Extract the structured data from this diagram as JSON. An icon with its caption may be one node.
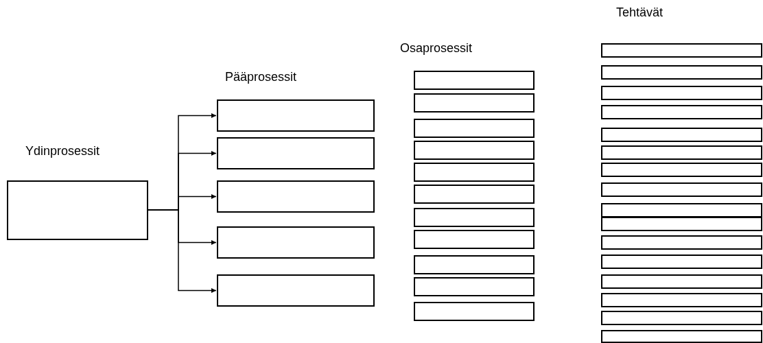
{
  "diagram": {
    "nodes": [
      {
        "text": [],
        "shape": "box"
      },
      {
        "text": [],
        "shape": "box"
      },
      {
        "text": [],
        "shape": "box"
      },
      {
        "text": [],
        "shape": "box"
      },
      {
        "text": [],
        "shape": "box"
      },
      {
        "text": [],
        "shape": "box"
      },
      {
        "text": [],
        "shape": "box"
      },
      {
        "text": [],
        "shape": "box"
      },
      {
        "text": [],
        "shape": "box"
      },
      {
        "text": [],
        "shape": "box"
      },
      {
        "text": [],
        "shape": "box"
      },
      {
        "text": [],
        "shape": "box"
      },
      {
        "text": [],
        "shape": "box"
      },
      {
        "text": [],
        "shape": "box"
      },
      {
        "text": [],
        "shape": "box"
      },
      {
        "text": [],
        "shape": "box"
      },
      {
        "text": [],
        "shape": "box"
      },
      {
        "text": [],
        "shape": "box"
      },
      {
        "text": [],
        "shape": "box"
      },
      {
        "text": [],
        "shape": "box"
      },
      {
        "text": [],
        "shape": "box"
      },
      {
        "text": [],
        "shape": "box"
      },
      {
        "text": [],
        "shape": "box"
      },
      {
        "text": [],
        "shape": "box"
      },
      {
        "text": [],
        "shape": "box"
      },
      {
        "text": [],
        "shape": "box"
      },
      {
        "text": [],
        "shape": "box"
      },
      {
        "text": [],
        "shape": "box"
      },
      {
        "text": [],
        "shape": "box"
      },
      {
        "text": [],
        "shape": "box"
      },
      {
        "text": [],
        "shape": "box"
      },
      {
        "text": [],
        "shape": "box"
      },
      {
        "text": [],
        "shape": "box"
      }
    ],
    "edges": [
      {
        "from": 0,
        "to": 1,
        "arrow": "to"
      },
      {
        "from": 0,
        "to": 2,
        "arrow": "to"
      },
      {
        "from": 0,
        "to": 3,
        "arrow": "to"
      },
      {
        "from": 0,
        "to": 4,
        "arrow": "to"
      },
      {
        "from": 0,
        "to": 5,
        "arrow": "to"
      }
    ],
    "labels": [
      "Tehtävät",
      "Osaprosessit",
      "Pääprosessit",
      "Ydinprosessit"
    ]
  }
}
